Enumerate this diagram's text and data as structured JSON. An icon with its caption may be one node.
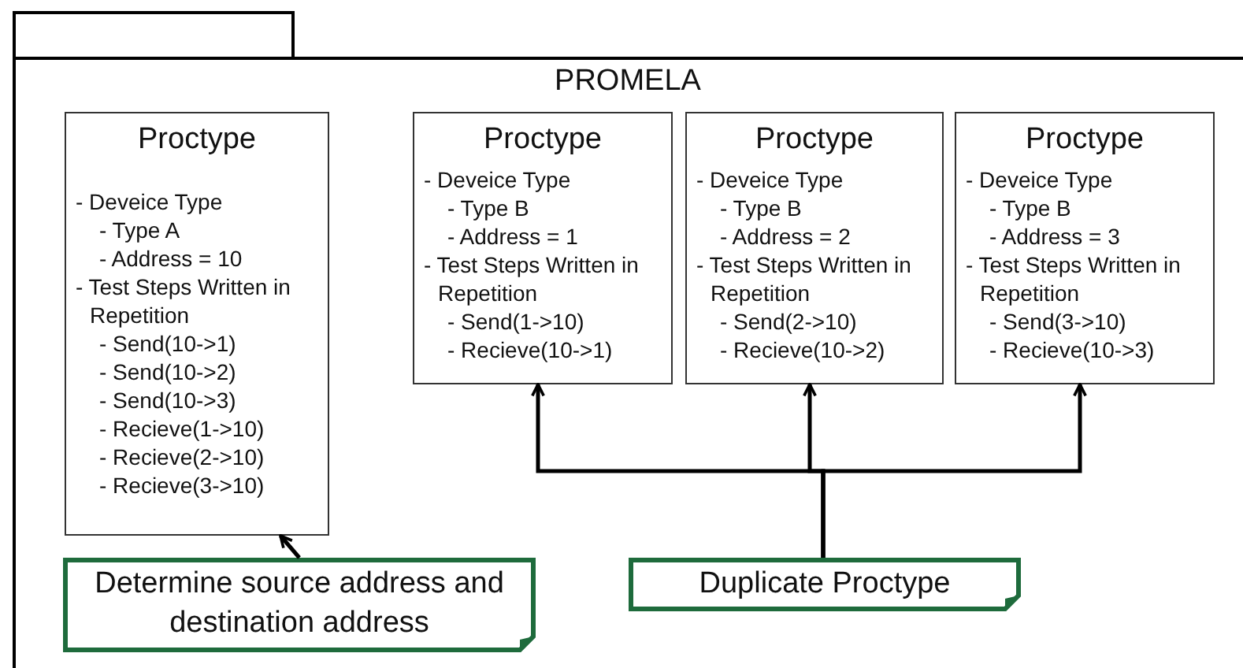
{
  "diagram": {
    "nodes": [
      {
        "text": [
          "PROMELA"
        ]
      },
      {
        "text": [
          "Proctype",
          "- Deveice Type",
          "- Type A",
          "- Address = 10",
          "- Test Steps Written in Repetition",
          "- Send(10->1)",
          "- Send(10->2)",
          "- Send(10->3)",
          "- Recieve(1->10)",
          "- Recieve(2->10)",
          "- Recieve(3->10)"
        ],
        "in": 0
      },
      {
        "text": [
          "Proctype",
          "- Deveice Type",
          "- Type B",
          "- Address = 1",
          "- Test Steps Written in Repetition",
          "- Send(1->10)",
          "- Recieve(10->1)"
        ],
        "in": 0
      },
      {
        "text": [
          "Proctype",
          "- Deveice Type",
          "- Type B",
          "- Address = 2",
          "- Test Steps Written in Repetition",
          "- Send(2->10)",
          "- Recieve(10->2)"
        ],
        "in": 0
      },
      {
        "text": [
          "Proctype",
          "- Deveice Type",
          "- Type B",
          "- Address = 3",
          "- Test Steps Written in Repetition",
          "- Send(3->10)",
          "- Recieve(10->3)"
        ],
        "in": 0
      },
      {
        "text": [
          "Determine source address and destination address"
        ],
        "in": 0
      },
      {
        "text": [
          "Duplicate Proctype"
        ],
        "in": 0
      }
    ],
    "edges": [
      {
        "from": 5,
        "to": 1,
        "arrow": "to"
      },
      {
        "from": 6,
        "to": 2,
        "arrow": "to"
      },
      {
        "from": 6,
        "to": 3,
        "arrow": "to"
      },
      {
        "from": 6,
        "to": 4,
        "arrow": "to"
      }
    ]
  }
}
